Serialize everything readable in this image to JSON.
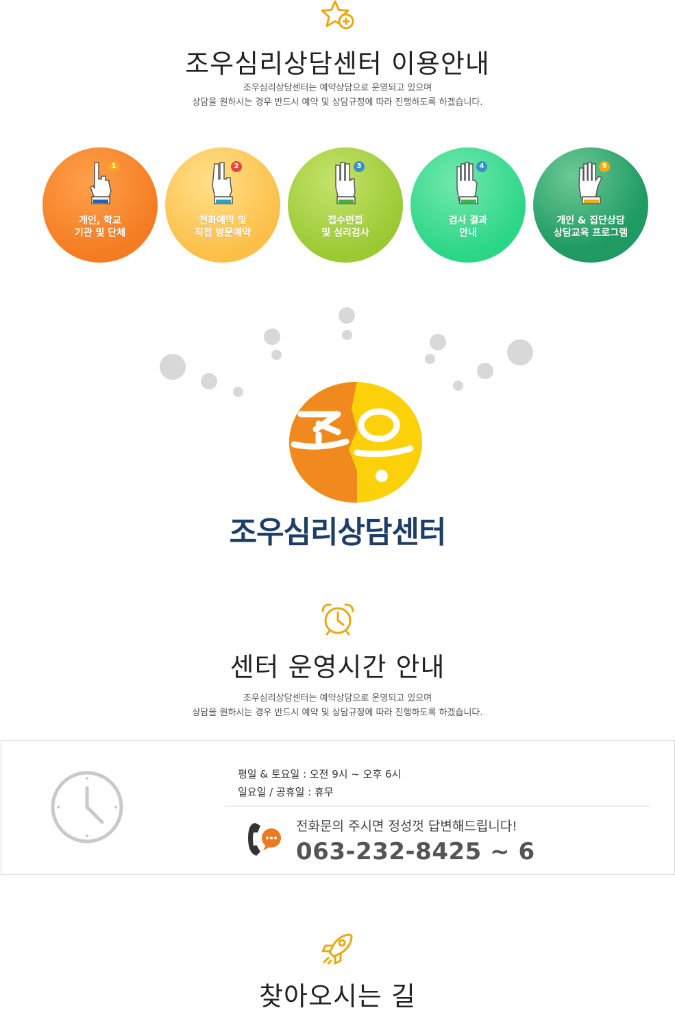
{
  "section1": {
    "icon": "star-plus-icon",
    "title": "조우심리상담센터 이용안내",
    "desc_line1": "조우심리상담센터는 예약상담으로 운영되고 있으며",
    "desc_line2": "상담을 원하시는 경우 반드시 예약 및 상담규정에 따라 진행하도록 하겠습니다."
  },
  "steps": [
    {
      "num": "1",
      "line1": "개인, 학교",
      "line2": "기관 및 단체",
      "color": "#f7842a",
      "badge": "#f4a81d"
    },
    {
      "num": "2",
      "line1": "전화예약 및",
      "line2": "직접 방문예약",
      "color": "#fdc44f",
      "badge": "#e6473d"
    },
    {
      "num": "3",
      "line1": "접수면접",
      "line2": "및 심리검사",
      "color": "#a4cd3a",
      "badge": "#3a8fc7"
    },
    {
      "num": "4",
      "line1": "검사 결과",
      "line2": "안내",
      "color": "#34d68b",
      "badge": "#3a8fc7"
    },
    {
      "num": "5",
      "line1": "개인 & 집단상담",
      "line2": "상담교육 프로그램",
      "color": "#1f9b63",
      "badge": "#f4a81d"
    }
  ],
  "logo": {
    "text": "조우심리상담센터",
    "left_color": "#f08a1e",
    "right_color": "#fcd10a",
    "text_color": "#1d3e66"
  },
  "section2": {
    "icon": "alarm-clock-icon",
    "title": "센터 운영시간 안내",
    "desc_line1": "조우심리상담센터는 예약상담으로 운영되고 있으며",
    "desc_line2": "상담을 원하시는 경우 반드시 예약 및 상담규정에 따라 진행하도록 하겠습니다."
  },
  "hours": {
    "weekday": "평일 & 토요일 : 오전 9시 ~ 오후 6시",
    "holiday": "일요일 / 공휴일 : 휴무",
    "phone_message": "전화문의 주시면 정성껏 답변해드립니다!",
    "phone_number": "063-232-8425 ~ 6"
  },
  "section3": {
    "icon": "rocket-icon",
    "title": "찾아오시는 길"
  },
  "accent_color": "#e8a80e"
}
